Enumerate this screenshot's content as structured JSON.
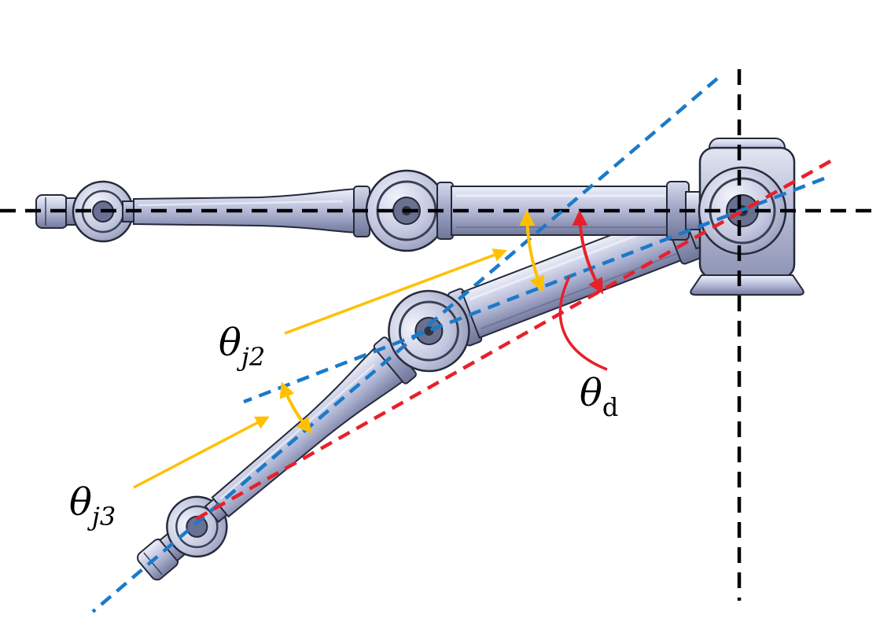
{
  "figure": {
    "description": "Robot manipulator shown in reference (horizontal) pose and deflected pose, with joint angles and total deflection angle annotated",
    "labels": {
      "j2": {
        "symbol": "θ",
        "subscript": "j2"
      },
      "j3": {
        "symbol": "θ",
        "subscript": "j3"
      },
      "d": {
        "symbol": "θ",
        "subscript": "d"
      }
    },
    "colors": {
      "joint_angle_annotation": "#FFC000",
      "deflection_annotation": "#E8202A",
      "link_axis": "#1B7AC8",
      "reference_axis": "#000000",
      "arm_body_light": "#d3d6ea",
      "arm_body_dark": "#747a9c"
    }
  }
}
